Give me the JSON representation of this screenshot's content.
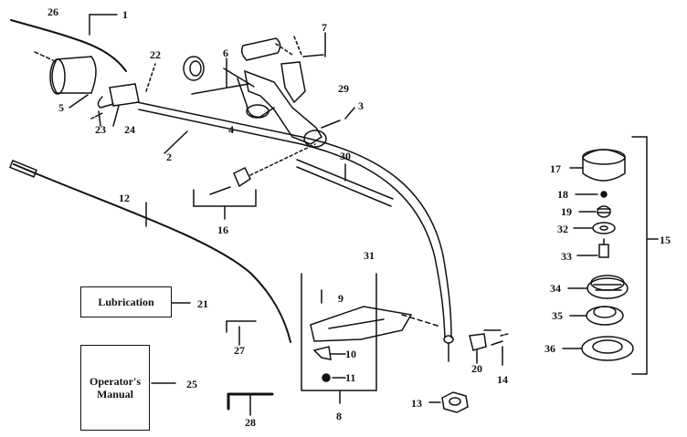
{
  "boxes": {
    "lubrication": "Lubrication",
    "manual_line1": "Operator's",
    "manual_line2": "Manual"
  },
  "labels": {
    "l1": "1",
    "l2": "2",
    "l3": "3",
    "l4": "4",
    "l5": "5",
    "l6": "6",
    "l7": "7",
    "l8": "8",
    "l9": "9",
    "l10": "10",
    "l11": "11",
    "l12": "12",
    "l13": "13",
    "l14": "14",
    "l15": "15",
    "l16": "16",
    "l17": "17",
    "l18": "18",
    "l19": "19",
    "l20": "20",
    "l21": "21",
    "l22": "22",
    "l23": "23",
    "l24": "24",
    "l25": "25",
    "l26": "26",
    "l27": "27",
    "l28": "28",
    "l29": "29",
    "l30": "30",
    "l31": "31",
    "l32": "32",
    "l33": "33",
    "l34": "34",
    "l35": "35",
    "l36": "36"
  }
}
